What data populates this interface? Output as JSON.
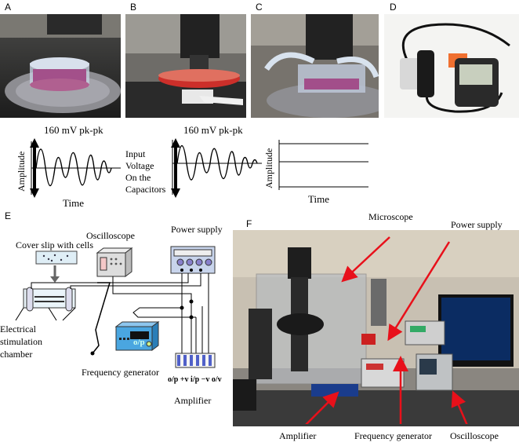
{
  "panels": {
    "A": "A",
    "B": "B",
    "C": "C",
    "D": "D",
    "E": "E",
    "F": "F"
  },
  "waveform": {
    "voltage_left": "160 mV pk-pk",
    "voltage_right": "160 mV pk-pk",
    "ylabel": "Amplitude",
    "xlabel": "Time",
    "input_caption": [
      "Input",
      "Voltage",
      "On the",
      "Capacitors"
    ]
  },
  "schematic": {
    "cover_slip": "Cover slip with cells",
    "oscilloscope": "Oscilloscope",
    "power_supply": "Power supply",
    "chamber": [
      "Electrical",
      "stimulation",
      "chamber"
    ],
    "frequency_generator": "Frequency generator",
    "generator_display": "o/p",
    "amplifier_pins": "o/p +v i/p −v o/v",
    "amplifier": "Amplifier"
  },
  "photo_labels": {
    "microscope": "Microscope",
    "power_supply": "Power supply",
    "amplifier": "Amplifier",
    "frequency_generator": "Frequency generator",
    "oscilloscope": "Oscilloscope"
  },
  "colors": {
    "arrow": "#e8101a",
    "generator_body": "#4aa6e0",
    "power_body": "#c8d4ec",
    "scope_body": "#dddddd",
    "amp_pins": "#5060c8"
  }
}
